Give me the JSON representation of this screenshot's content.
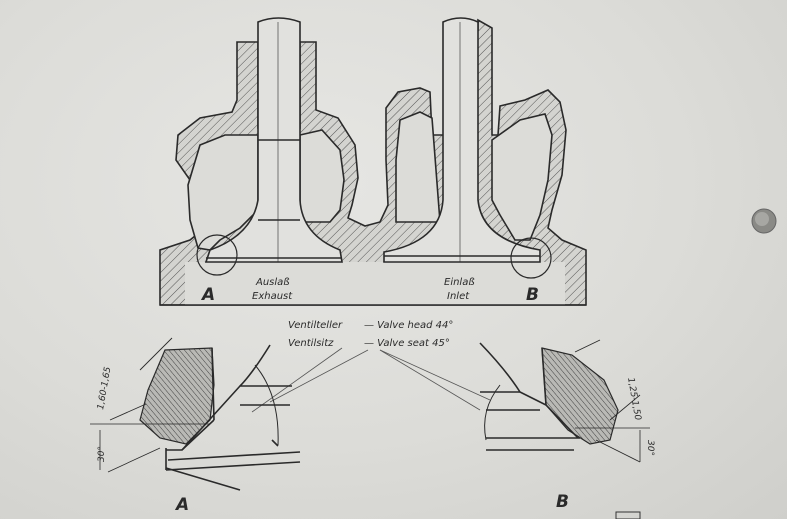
{
  "labels": {
    "exhaust_de": "Auslaß",
    "exhaust_en": "Exhaust",
    "inlet_de": "Einlaß",
    "inlet_en": "Inlet",
    "marker_a_top": "A",
    "marker_b_top": "B",
    "marker_a_bottom": "A",
    "marker_b_bottom": "B",
    "valve_head_de": "Ventilteller",
    "valve_head_en": "— Valve head 44°",
    "valve_seat_de": "Ventilsitz",
    "valve_seat_en": "— Valve seat 45°",
    "dim_a_width": "1,60-1,65",
    "dim_a_angle": "30°",
    "dim_b_width": "1,25-1,50",
    "dim_b_angle": "30°"
  },
  "colors": {
    "ink": "#2a2a2a",
    "paper": "#dcdcd8",
    "hatch": "#3a3a3a"
  }
}
